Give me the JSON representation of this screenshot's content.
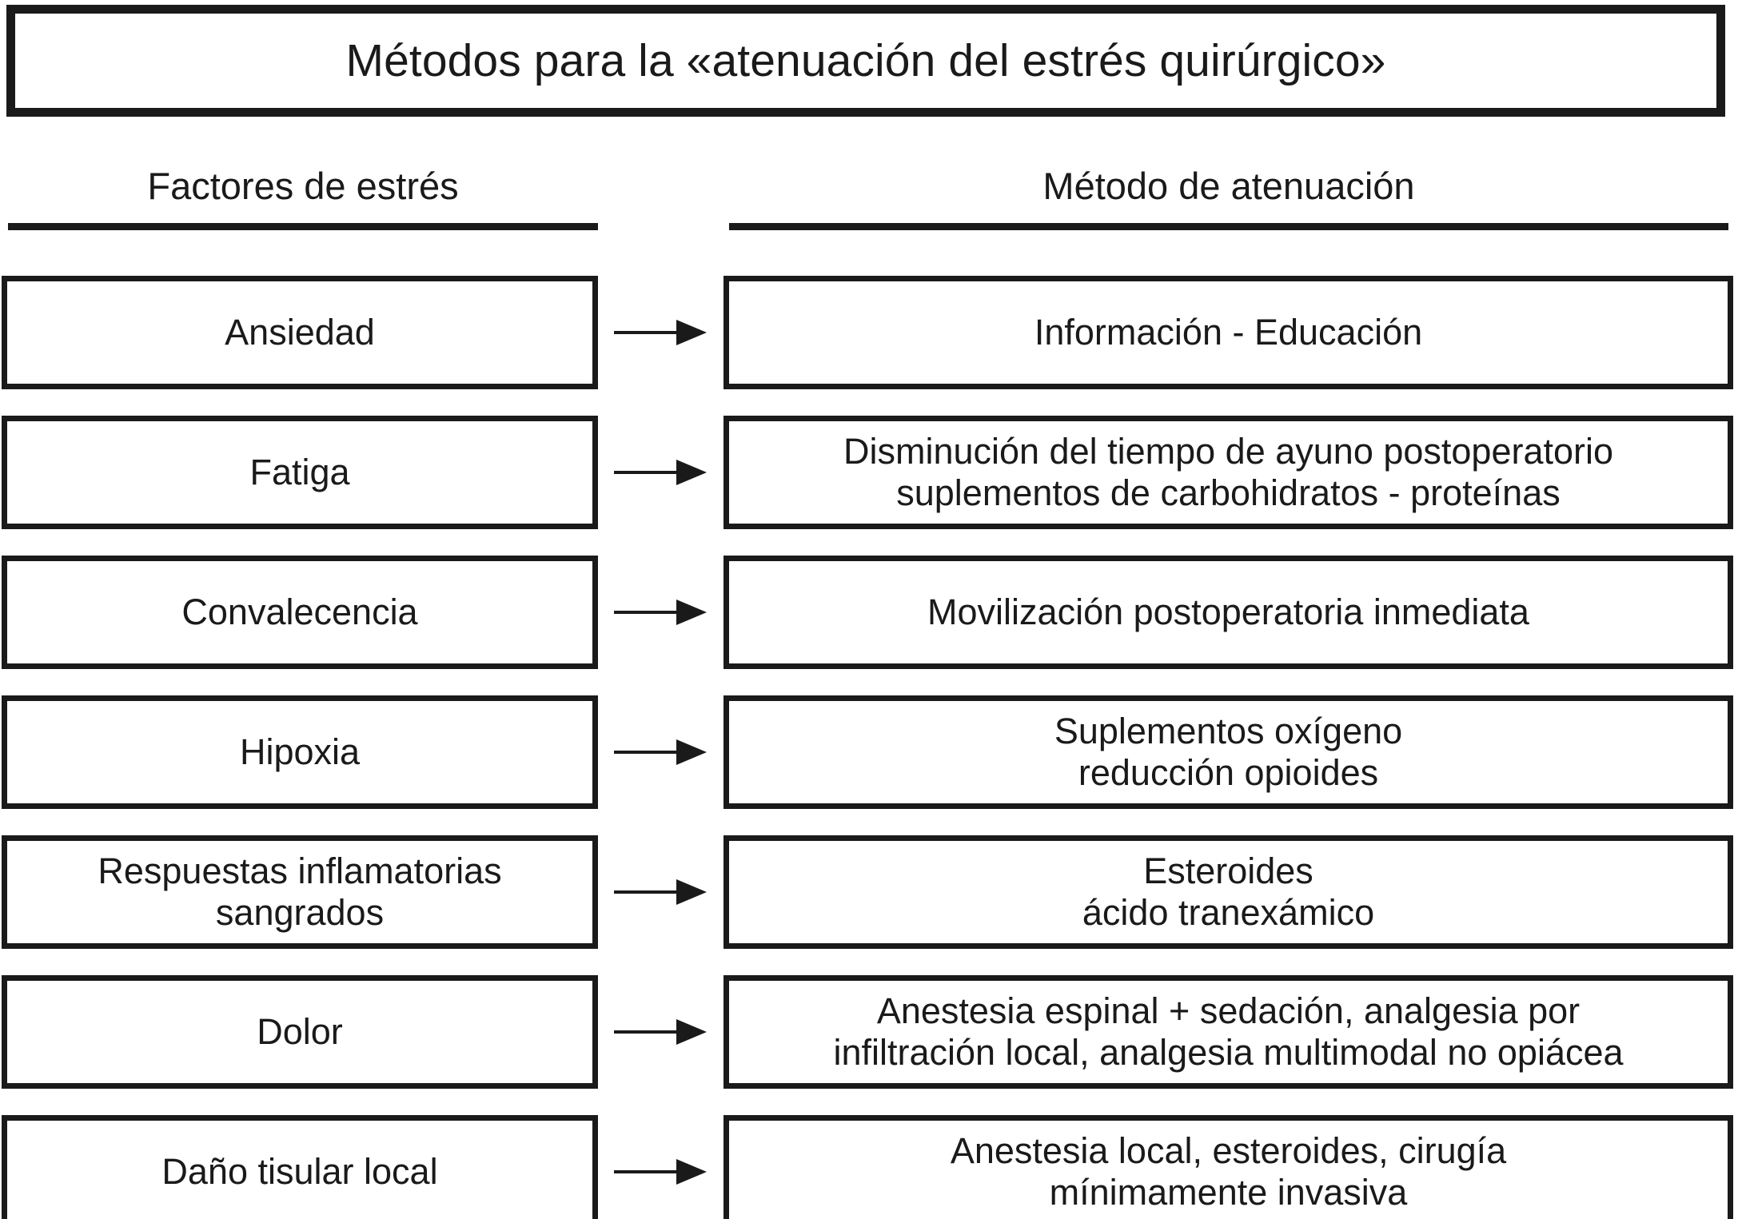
{
  "title": {
    "text": "Métodos para la «atenuación del estrés quirúrgico»"
  },
  "columns": {
    "left_header": "Factores de estrés",
    "right_header": "Método de atenuación"
  },
  "rows": [
    {
      "factor": "Ansiedad",
      "method_line1": "Información - Educación",
      "method_line2": ""
    },
    {
      "factor": "Fatiga",
      "method_line1": "Disminución del tiempo de ayuno postoperatorio",
      "method_line2": "suplementos de carbohidratos - proteínas"
    },
    {
      "factor": "Convalecencia",
      "method_line1": "Movilización postoperatoria inmediata",
      "method_line2": ""
    },
    {
      "factor": "Hipoxia",
      "method_line1": "Suplementos oxígeno",
      "method_line2": "reducción opioides"
    },
    {
      "factor": "Respuestas inflamatorias",
      "factor_line2": "sangrados",
      "method_line1": "Esteroides",
      "method_line2": "ácido tranexámico"
    },
    {
      "factor": "Dolor",
      "method_line1": "Anestesia espinal + sedación, analgesia por",
      "method_line2": "infiltración local, analgesia multimodal no opiácea"
    },
    {
      "factor": "Daño tisular local",
      "method_line1": "Anestesia local, esteroides, cirugía",
      "method_line2": "mínimamente invasiva"
    }
  ],
  "colors": {
    "ink": "#1a1a1a",
    "background": "#ffffff"
  },
  "arrow_icon": "arrow-right-icon"
}
